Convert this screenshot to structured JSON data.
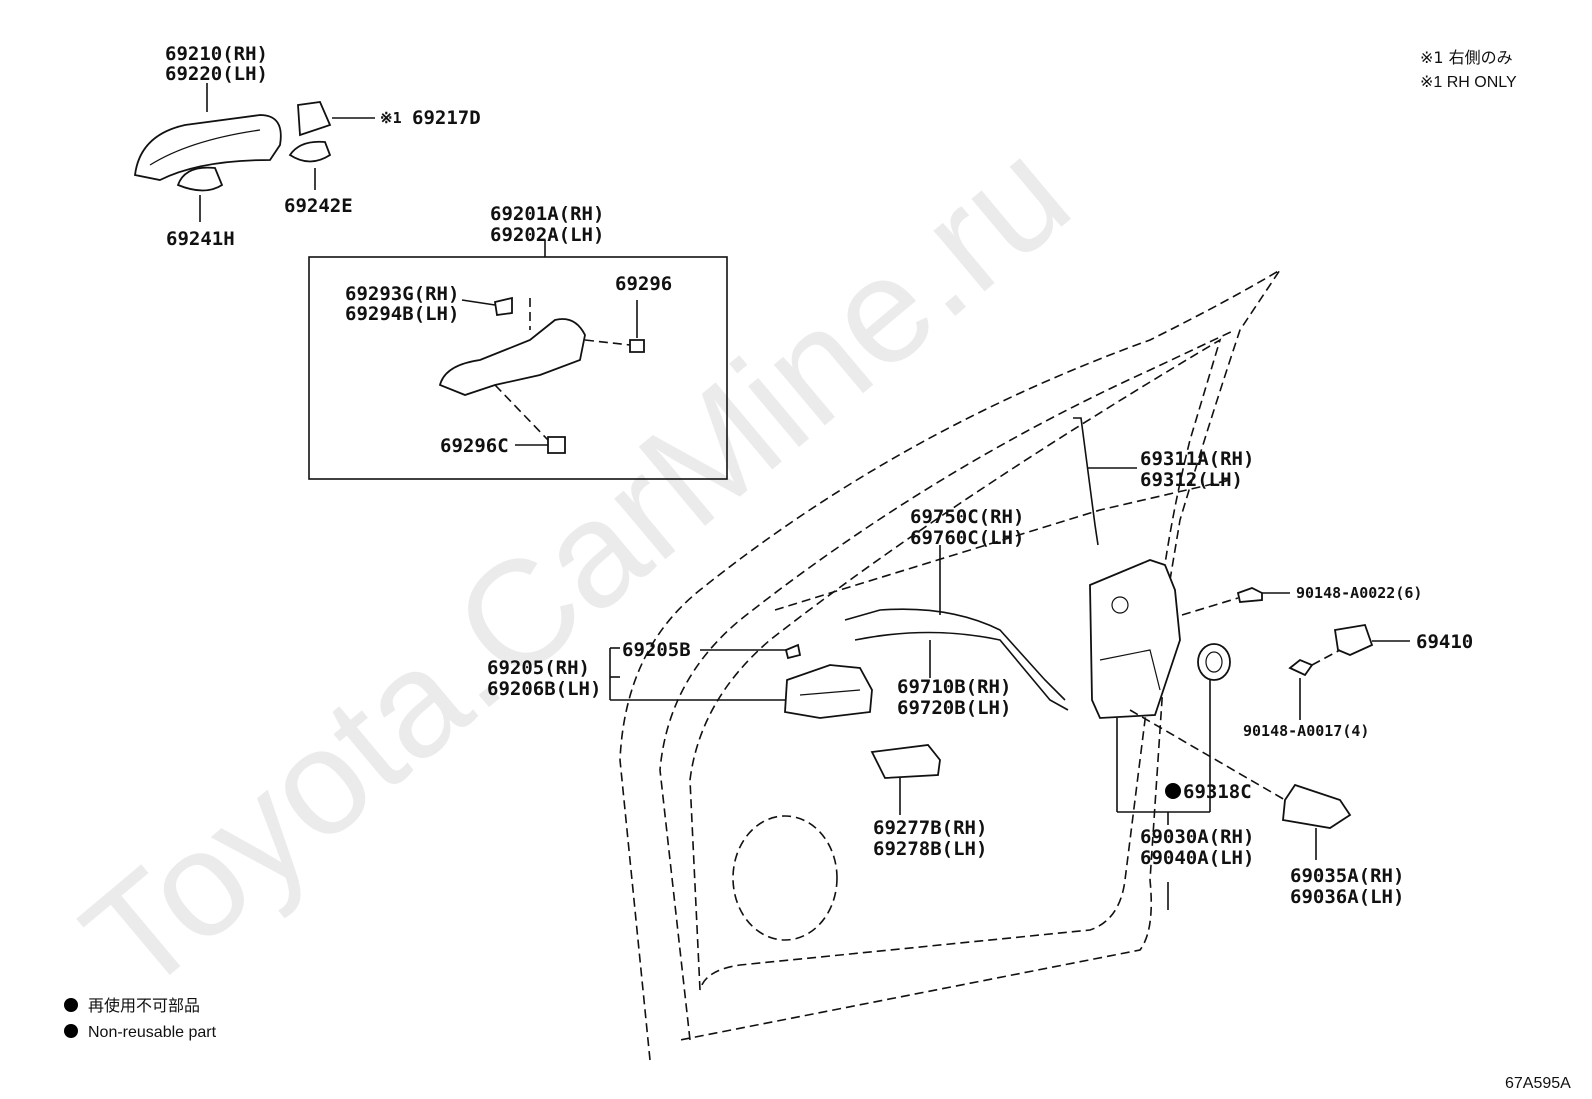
{
  "watermark": "Toyota.CarMine.ru",
  "diagram_code": "67A595A",
  "notes": {
    "rh_only_jp": "※1 右側のみ",
    "rh_only_en": "※1 RH ONLY"
  },
  "legend": {
    "jp": "再使用不可部品",
    "en": "Non-reusable part"
  },
  "labels": {
    "handle_rh": "69210(RH)",
    "handle_lh": "69220(LH)",
    "cover_mark": "※1",
    "cover": "69217D",
    "pad": "69242E",
    "pad2": "69241H",
    "frame_rh": "69201A(RH)",
    "frame_lh": "69202A(LH)",
    "frame_cover_rh": "69293G(RH)",
    "frame_cover_lh": "69294B(LH)",
    "screw_a": "69296",
    "screw_c": "69296C",
    "lock_rod_rh": "69311A(RH)",
    "lock_rod_lh": "69312(LH)",
    "cable_top_rh": "69750C(RH)",
    "cable_top_lh": "69760C(LH)",
    "screw_lock": "90148-A0022(6)",
    "striker": "69410",
    "screw_striker": "90148-A0017(4)",
    "inner_handle_rh": "69205(RH)",
    "inner_handle_lh": "69206B(LH)",
    "inner_handle_sub": "69205B",
    "cable_bot_rh": "69710B(RH)",
    "cable_bot_lh": "69720B(LH)",
    "bezel_rh": "69277B(RH)",
    "bezel_lh": "69278B(LH)",
    "seal": "69318C",
    "lock_rh": "69030A(RH)",
    "lock_lh": "69040A(LH)",
    "actuator_rh": "69035A(RH)",
    "actuator_lh": "69036A(LH)"
  }
}
